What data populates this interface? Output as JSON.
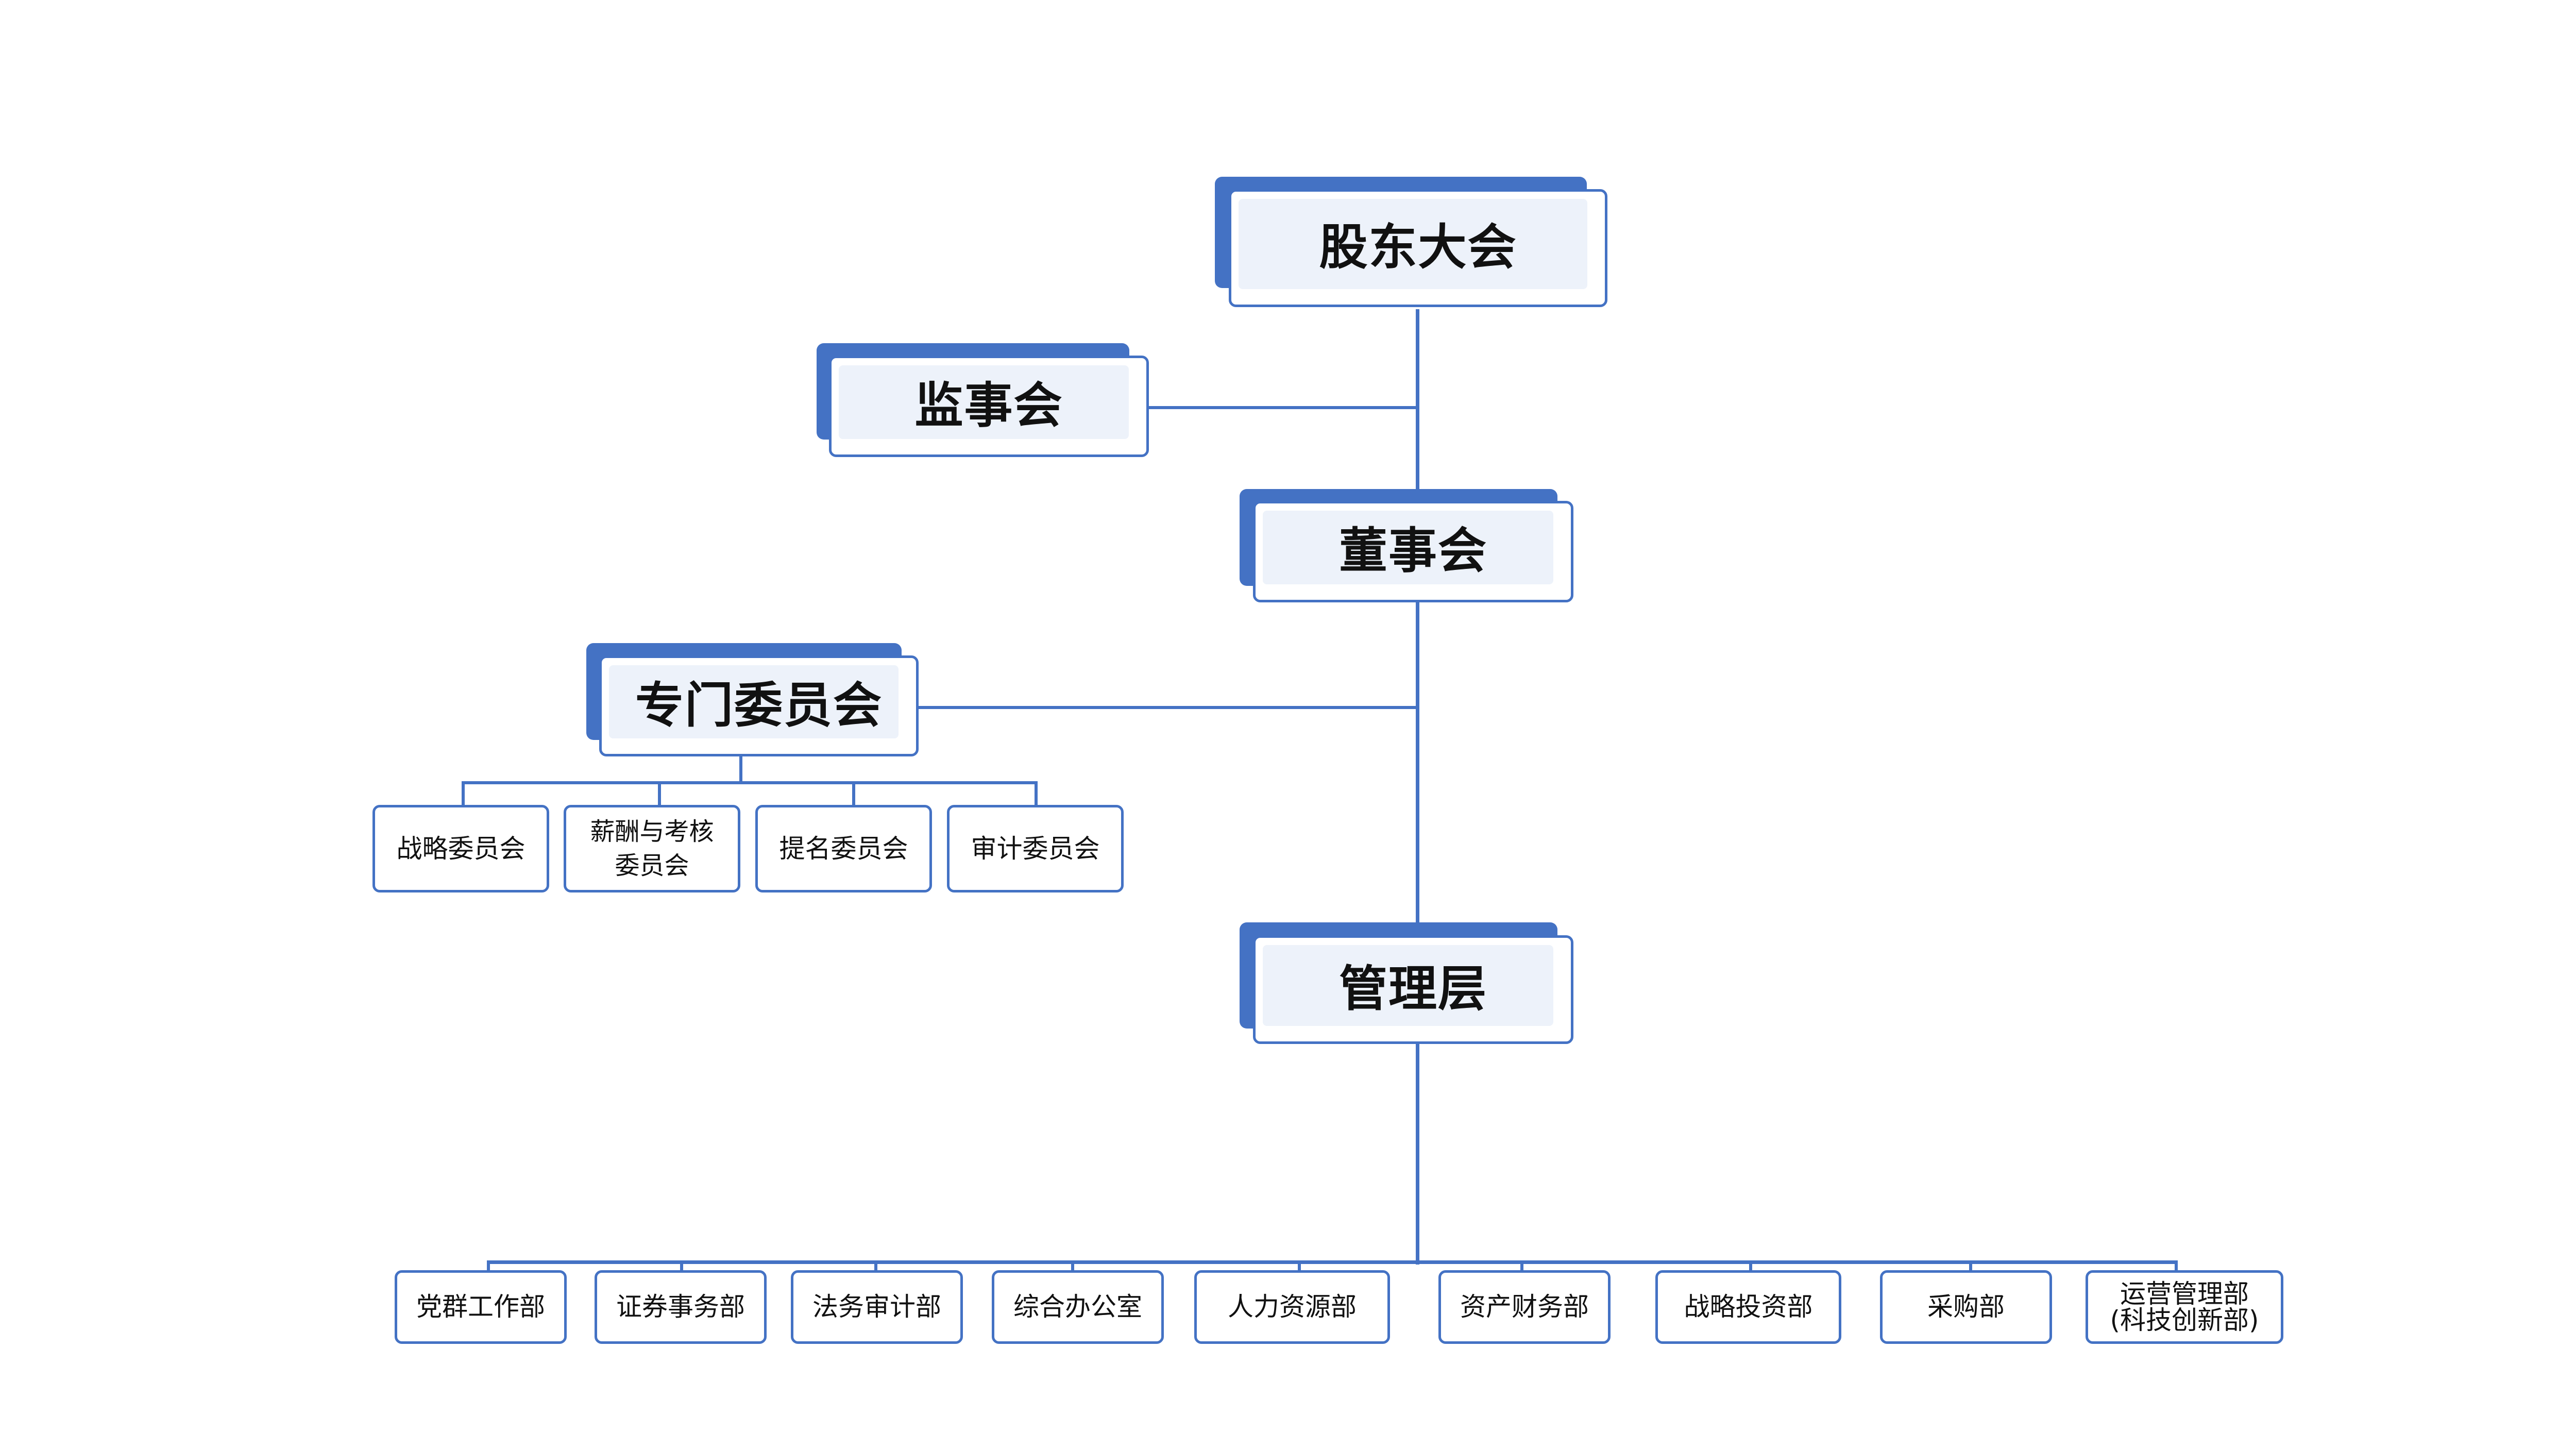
{
  "colors": {
    "accent": "#4472c4",
    "box_fill": "#edf2fa"
  },
  "chart": {
    "top": {
      "shareholders": "股东大会",
      "supervisors": "监事会",
      "board": "董事会",
      "committee": "专门委员会",
      "management": "管理层"
    },
    "committees": [
      "战略委员会",
      "薪酬与考核\n委员会",
      "提名委员会",
      "审计委员会"
    ],
    "departments": [
      "党群工作部",
      "证券事务部",
      "法务审计部",
      "综合办公室",
      "人力资源部",
      "资产财务部",
      "战略投资部",
      "采购部",
      "运营管理部\n(科技创新部)"
    ]
  }
}
